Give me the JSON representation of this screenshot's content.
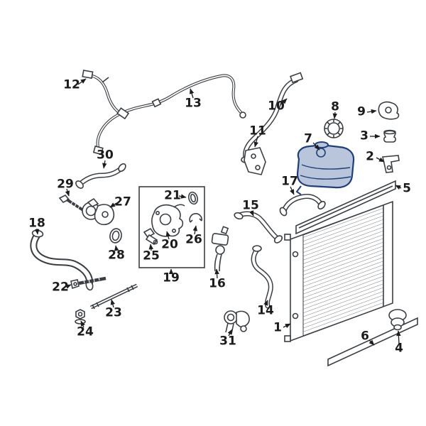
{
  "diagram": {
    "type": "exploded-parts-diagram",
    "callouts": [
      {
        "num": "1"
      },
      {
        "num": "2"
      },
      {
        "num": "3"
      },
      {
        "num": "4"
      },
      {
        "num": "5"
      },
      {
        "num": "6"
      },
      {
        "num": "7"
      },
      {
        "num": "8"
      },
      {
        "num": "9"
      },
      {
        "num": "10"
      },
      {
        "num": "11"
      },
      {
        "num": "12"
      },
      {
        "num": "13"
      },
      {
        "num": "14"
      },
      {
        "num": "15"
      },
      {
        "num": "16"
      },
      {
        "num": "17"
      },
      {
        "num": "18"
      },
      {
        "num": "19"
      },
      {
        "num": "20"
      },
      {
        "num": "21"
      },
      {
        "num": "22"
      },
      {
        "num": "23"
      },
      {
        "num": "24"
      },
      {
        "num": "25"
      },
      {
        "num": "26"
      },
      {
        "num": "27"
      },
      {
        "num": "28"
      },
      {
        "num": "29"
      },
      {
        "num": "30"
      },
      {
        "num": "31"
      }
    ],
    "highlight": {
      "part": "7",
      "fill": "#b9c5da",
      "stroke": "#1e3f7c"
    },
    "colors": {
      "line": "#3a3e42",
      "label": "#1b1b1b",
      "background": "#ffffff"
    }
  }
}
